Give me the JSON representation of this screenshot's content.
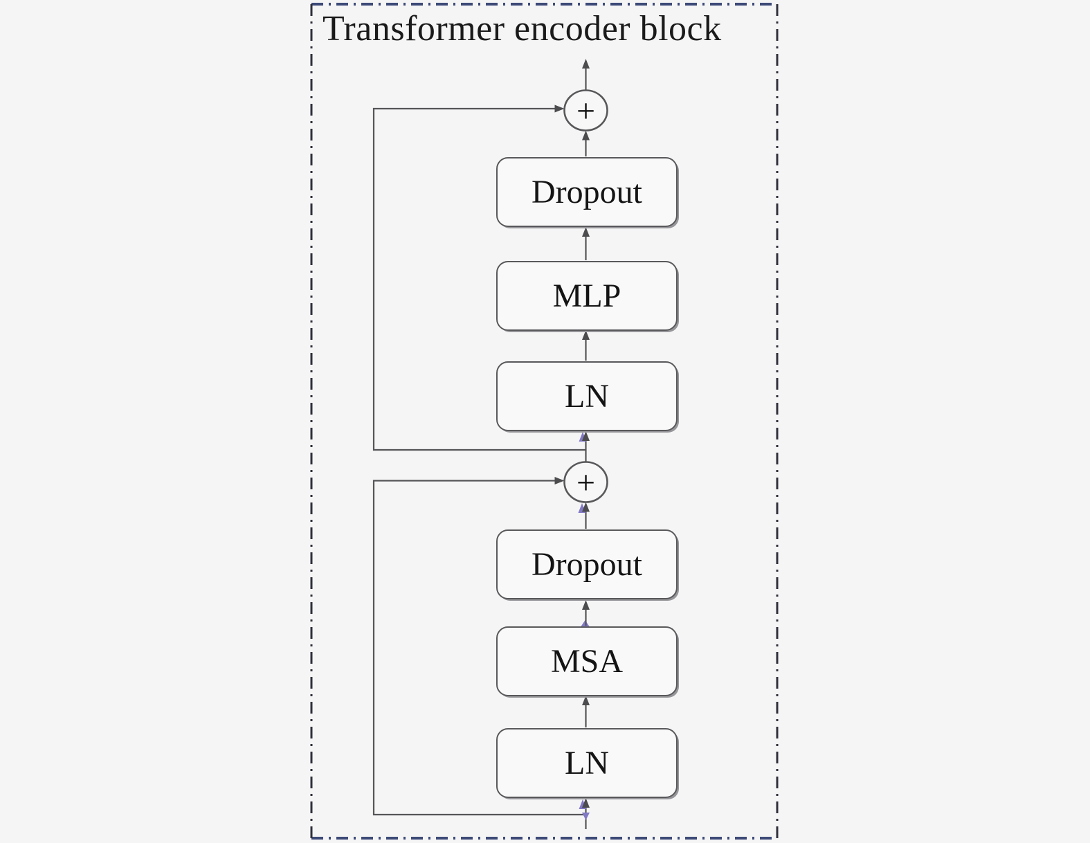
{
  "title": "Transformer encoder block",
  "blocks": {
    "dropout_top": "Dropout",
    "mlp": "MLP",
    "ln_top": "LN",
    "dropout_bottom": "Dropout",
    "msa": "MSA",
    "ln_bottom": "LN"
  },
  "operators": {
    "add_top": "+",
    "add_middle": "+"
  },
  "colors": {
    "background": "#f5f5f6",
    "box_fill": "#f9f9fa",
    "box_border": "#59595b",
    "wire": "#555557",
    "arrowhead": "#4c4c4e",
    "arrowhead_accent": "#8179c4",
    "frame_dash_horizontal": "#3d4a78",
    "frame_dash_vertical": "#30303c",
    "text": "#141414"
  }
}
